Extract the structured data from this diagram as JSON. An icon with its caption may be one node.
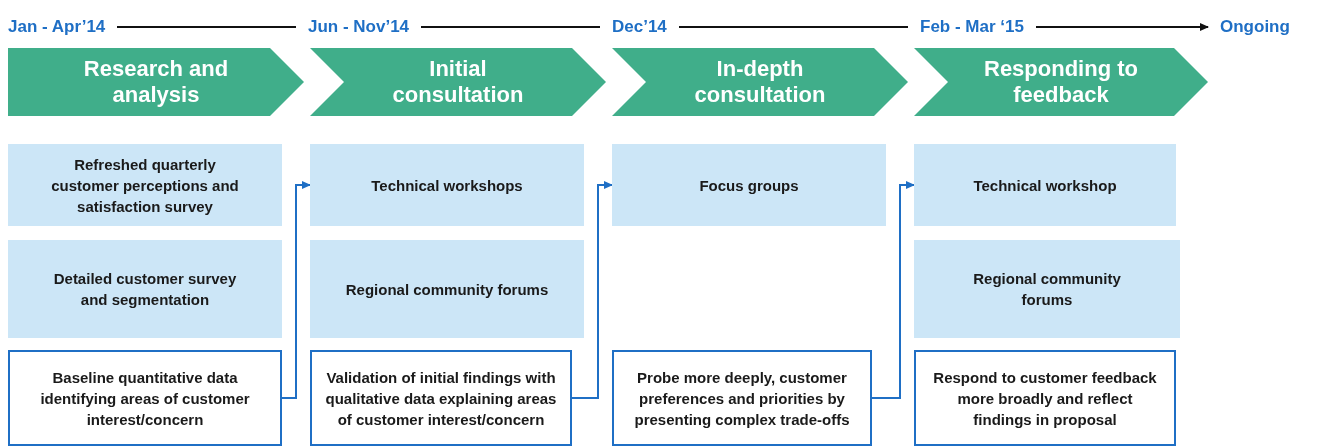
{
  "diagram": {
    "nodes": [
      {
        "text": [
          "Jan - Apr’14"
        ]
      },
      {
        "text": [
          "Jun - Nov’14"
        ]
      },
      {
        "text": [
          "Dec’14"
        ]
      },
      {
        "text": [
          "Feb - Mar ‘15"
        ]
      },
      {
        "text": [
          "Ongoing"
        ]
      },
      {
        "text": [
          "Research and analysis"
        ]
      },
      {
        "text": [
          "Initial consultation"
        ]
      },
      {
        "text": [
          "In-depth consultation"
        ]
      },
      {
        "text": [
          "Responding to feedback"
        ]
      },
      {
        "text": [
          "Refreshed quarterly customer perceptions and satisfaction survey"
        ]
      },
      {
        "text": [
          "Detailed customer survey and segmentation"
        ]
      },
      {
        "text": [
          "Baseline quantitative data identifying areas of customer interest/concern"
        ]
      },
      {
        "text": [
          "Technical workshops"
        ]
      },
      {
        "text": [
          "Regional community forums"
        ]
      },
      {
        "text": [
          "Validation of initial findings with qualitative data explaining areas of customer interest/concern"
        ]
      },
      {
        "text": [
          "Focus groups"
        ]
      },
      {
        "text": [
          "Probe more deeply, customer preferences and priorities by presenting complex trade-offs"
        ]
      },
      {
        "text": [
          "Technical workshop"
        ]
      },
      {
        "text": [
          "Regional community forums"
        ]
      },
      {
        "text": [
          "Respond to customer feedback more broadly and reflect findings in proposal"
        ]
      }
    ],
    "edges": [
      {
        "from": 0,
        "to": 1,
        "arrow": "none"
      },
      {
        "from": 1,
        "to": 2,
        "arrow": "none"
      },
      {
        "from": 2,
        "to": 3,
        "arrow": "none"
      },
      {
        "from": 3,
        "to": 4,
        "arrow": "to"
      },
      {
        "from": 11,
        "to": 12,
        "arrow": "to",
        "color": "#1f6fc5"
      },
      {
        "from": 14,
        "to": 15,
        "arrow": "to",
        "color": "#1f6fc5"
      },
      {
        "from": 16,
        "to": 17,
        "arrow": "to",
        "color": "#1f6fc5"
      }
    ]
  }
}
